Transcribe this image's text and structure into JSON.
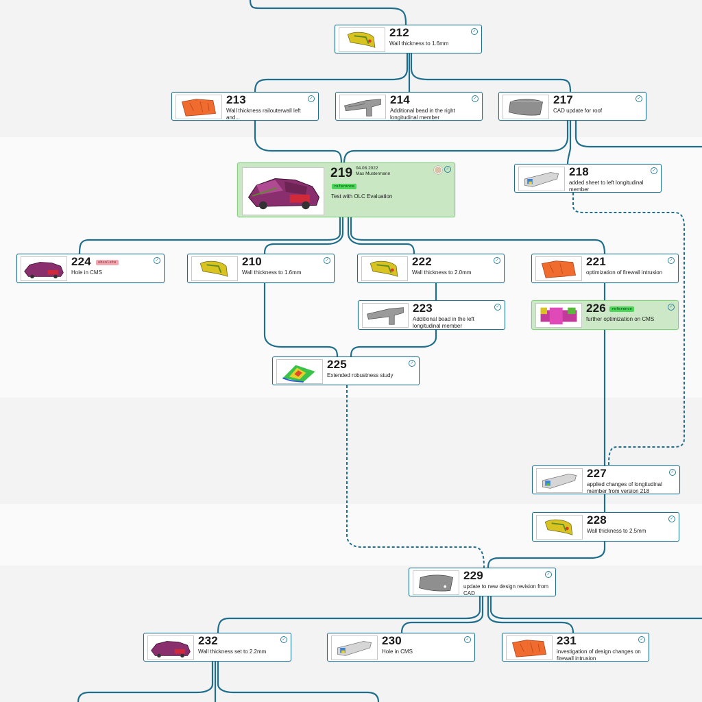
{
  "colors": {
    "edge": "#1f6e8c",
    "node_border": "#1f6e8c",
    "reference_fill": "#c9e7c3",
    "reference_badge": "#4bd65a",
    "obsolete_badge": "#f3a9b2"
  },
  "nodes": {
    "n212": {
      "id": "212",
      "label": "Wall thickness to 1.6mm",
      "thumb": "yellow-bumper-part"
    },
    "n213": {
      "id": "213",
      "label": "Wall thickness railouterwall left and...",
      "thumb": "orange-firewall-part"
    },
    "n214": {
      "id": "214",
      "label": "Additional bead in the right longitudinal member",
      "thumb": "gray-longitudinal-member"
    },
    "n217": {
      "id": "217",
      "label": "CAD update for roof",
      "thumb": "gray-roof-panel"
    },
    "n219": {
      "id": "219",
      "date": "04.08.2022",
      "user": "Max Mustermann",
      "badge": "reference",
      "label": "Test with OLC Evaluation",
      "thumb": "car-body-in-white"
    },
    "n218": {
      "id": "218",
      "label": "added sheet to left longitudinal member",
      "thumb": "longitudinal-member-mesh"
    },
    "n224": {
      "id": "224",
      "badge": "obsolete",
      "label": "Hole in CMS",
      "thumb": "car-body-in-white"
    },
    "n210": {
      "id": "210",
      "label": "Wall thickness to 1.6mm",
      "thumb": "yellow-bumper-part"
    },
    "n222": {
      "id": "222",
      "label": "Wall thickness to 2.0mm",
      "thumb": "yellow-bumper-part"
    },
    "n221": {
      "id": "221",
      "label": "optimization of firewall intrusion",
      "thumb": "orange-firewall-part"
    },
    "n223": {
      "id": "223",
      "label": "Additional bead in the left longitudinal member",
      "thumb": "gray-longitudinal-member"
    },
    "n226": {
      "id": "226",
      "badge": "reference",
      "label": "further optimization on CMS",
      "thumb": "pink-crash-member"
    },
    "n225": {
      "id": "225",
      "label": "Extended robustness study",
      "thumb": "response-surface-plot"
    },
    "n227": {
      "id": "227",
      "label": "applied changes of longitudinal member from version 218",
      "thumb": "longitudinal-member-mesh"
    },
    "n228": {
      "id": "228",
      "label": "Wall thickness to 2.5mm",
      "thumb": "yellow-bumper-part"
    },
    "n229": {
      "id": "229",
      "label": "update to new design revision from CAD",
      "thumb": "gray-roof-panel"
    },
    "n232": {
      "id": "232",
      "label": "Wall thickness set to 2.2mm",
      "thumb": "car-body-in-white"
    },
    "n230": {
      "id": "230",
      "label": "Hole in CMS",
      "thumb": "longitudinal-member-mesh"
    },
    "n231": {
      "id": "231",
      "label": "investigation of design changes on firewall intrusion",
      "thumb": "orange-firewall-part"
    }
  },
  "icons": {
    "status": "check-circle-icon",
    "avatar": "user-avatar-icon"
  }
}
